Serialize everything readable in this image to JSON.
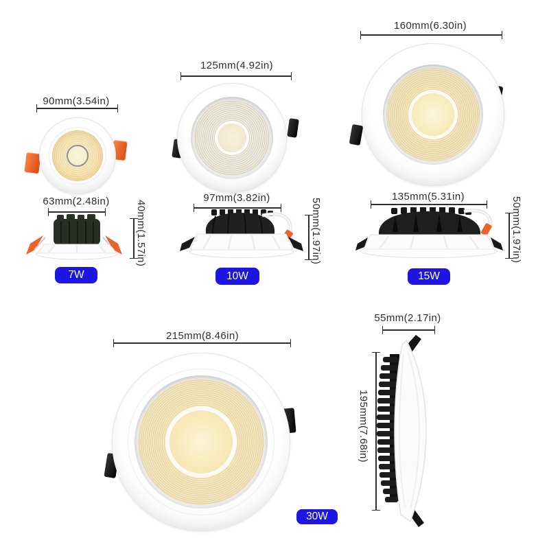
{
  "diagram": {
    "description": "LED recessed downlight size chart with front and side views",
    "background": "#ffffff",
    "colors": {
      "badge_blue": "#1c15e3",
      "dimension_line": "#2e2e2e",
      "clip_orange": "#e9632a",
      "clip_black": "#1a1a1a",
      "heatsink_dark": "#222222",
      "warm_light": "#f6e4b0",
      "body_white": "#fbfbfb"
    },
    "products": [
      {
        "name": "7W LED downlight",
        "wattage": "7W",
        "front_diameter": "90mm(3.54in)",
        "cutout_diameter": "63mm(2.48in)",
        "height": "40mm(1.57in)"
      },
      {
        "name": "10W LED downlight",
        "wattage": "10W",
        "front_diameter": "125mm(4.92in)",
        "cutout_diameter": "97mm(3.82in)",
        "height": "50mm(1.97in)"
      },
      {
        "name": "15W LED downlight",
        "wattage": "15W",
        "front_diameter": "160mm(6.30in)",
        "cutout_diameter": "135mm(5.31in)",
        "height": "50mm(1.97in)"
      },
      {
        "name": "30W LED downlight",
        "wattage": "30W",
        "front_diameter": "215mm(8.46in)",
        "side_depth": "55mm(2.17in)",
        "side_height": "195mm(7.68in)"
      }
    ]
  }
}
